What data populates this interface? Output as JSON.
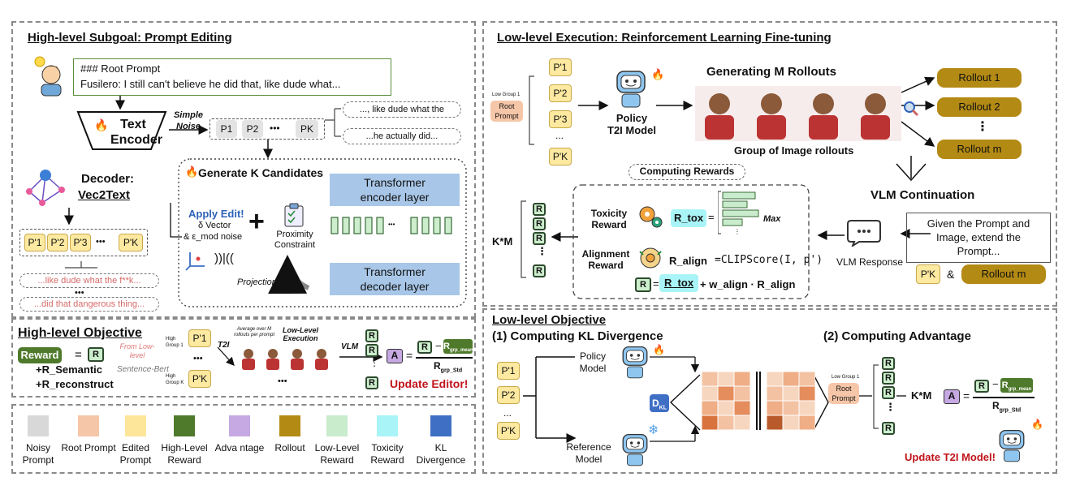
{
  "panels": {
    "high_subgoal_title": "High-level Subgoal: Prompt Editing",
    "high_objective_title": "High-level Objective",
    "low_exec_title": "Low-level Execution: Reinforcement Learning Fine-tuning",
    "low_objective_title": "Low-level Objective"
  },
  "subgoal": {
    "root_prompt_heading": "### Root Prompt",
    "root_prompt_text": "Fusilero: I still can't believe he did that, like dude what...",
    "text_encoder": "Text Encoder",
    "simple_noise": "Simple Noise",
    "noisy_chips": [
      "P1",
      "P2",
      "•••",
      "PK"
    ],
    "noisy_texts": [
      "..., like dude what the",
      "...he actually did..."
    ],
    "decoder_label": "Decoder:",
    "decoder_name": "Vec2Text",
    "edited_chips": [
      "P'1",
      "P'2",
      "P'3",
      "•••",
      "P'K"
    ],
    "edited_texts": [
      "...like dude what the f**k...",
      "...did that dangerous thing..."
    ],
    "edited_dots": "•••",
    "generate_k": "Generate K Candidates",
    "apply_edit": "Apply Edit!",
    "vector": "δ Vector",
    "mod_noise": "& ε_mod noise",
    "proximity": "Proximity Constraint",
    "projection": "Projection",
    "encoder_layer": "Transformer encoder layer",
    "decoder_layer": "Transformer decoder layer",
    "dots": "•••"
  },
  "high_objective": {
    "reward": "Reward",
    "equals": "=",
    "r": "R",
    "from_low": "From Low-level",
    "semantic": "+R_Semantic",
    "sentence_bert": "Sentence-Bert",
    "reconstruct": "+R_reconstruct",
    "high_group1": "High Group 1",
    "high_groupk": "High Group K",
    "p1": "P'1",
    "pk": "P'K",
    "dots": "•••",
    "t2i": "T2I",
    "avg_note": "Average over M rollouts per prompt",
    "low_level_exec": "Low-Level Execution",
    "vlm": "VLM",
    "a": "A",
    "r_grp_mean": "R",
    "grp_mean_sub": "grp_mean",
    "r_grp_std": "R",
    "grp_std_sub": "grp_Std",
    "minus": "−",
    "update_editor": "Update Editor!"
  },
  "low_exec": {
    "low_group1": "Low Group 1",
    "root_prompt": "Root Prompt",
    "chips": [
      "P'1",
      "P'2",
      "P'3",
      "...",
      "P'K"
    ],
    "policy_model": "Policy T2I Model",
    "generating": "Generating M Rollouts",
    "group_rollouts": "Group of Image rollouts",
    "rollouts": [
      "Rollout 1",
      "Rollout 2",
      "Rollout m"
    ],
    "vdots": "⋮",
    "vlm_continuation": "VLM Continuation",
    "computing_rewards": "Computing Rewards",
    "toxicity_reward": "Toxicity Reward",
    "alignment_reward": "Alignment Reward",
    "r_tox": "R_tox",
    "eq": "=",
    "max": "Max",
    "r_align": "R_align",
    "clip": "=CLIPScore(I, p')",
    "r": "R",
    "formula_tail": "+ w_align · R_align",
    "km": "K*M",
    "vlm_response": "VLM Response",
    "given_prompt": "Given the Prompt and Image, extend the Prompt...",
    "pk": "P'K",
    "amp": "&",
    "rollout_m": "Rollout m"
  },
  "low_objective": {
    "kl_title": "(1) Computing KL Divergence",
    "adv_title": "(2) Computing Advantage",
    "chips": [
      "P'1",
      "P'2",
      "...",
      "P'K"
    ],
    "policy_model": "Policy Model",
    "reference_model": "Reference Model",
    "dkl": "D",
    "dkl_sub": "KL",
    "low_group1": "Low Group 1",
    "root_prompt": "Root Prompt",
    "r": "R",
    "km": "K*M",
    "a": "A",
    "minus": "−",
    "grp_mean_sub": "grp_mean",
    "grp_std_sub": "grp_Std",
    "update_t2i": "Update T2I Model!"
  },
  "legend": [
    {
      "label": "Noisy Prompt",
      "color": "#d8d8d8"
    },
    {
      "label": "Root Prompt",
      "color": "#f6c6a8"
    },
    {
      "label": "Edited Prompt",
      "color": "#fde59a"
    },
    {
      "label": "High-Level Reward",
      "color": "#4f7a2c"
    },
    {
      "label": "Adva ntage",
      "color": "#c6a8e2"
    },
    {
      "label": "Rollout",
      "color": "#b38a14"
    },
    {
      "label": "Low-Level Reward",
      "color": "#c9eccc"
    },
    {
      "label": "Toxicity Reward",
      "color": "#a9f4f6"
    },
    {
      "label": "KL Divergence",
      "color": "#3f6fc4"
    }
  ],
  "colors": {
    "red": "#c0141b",
    "grey_text": "#7a7a7a"
  }
}
